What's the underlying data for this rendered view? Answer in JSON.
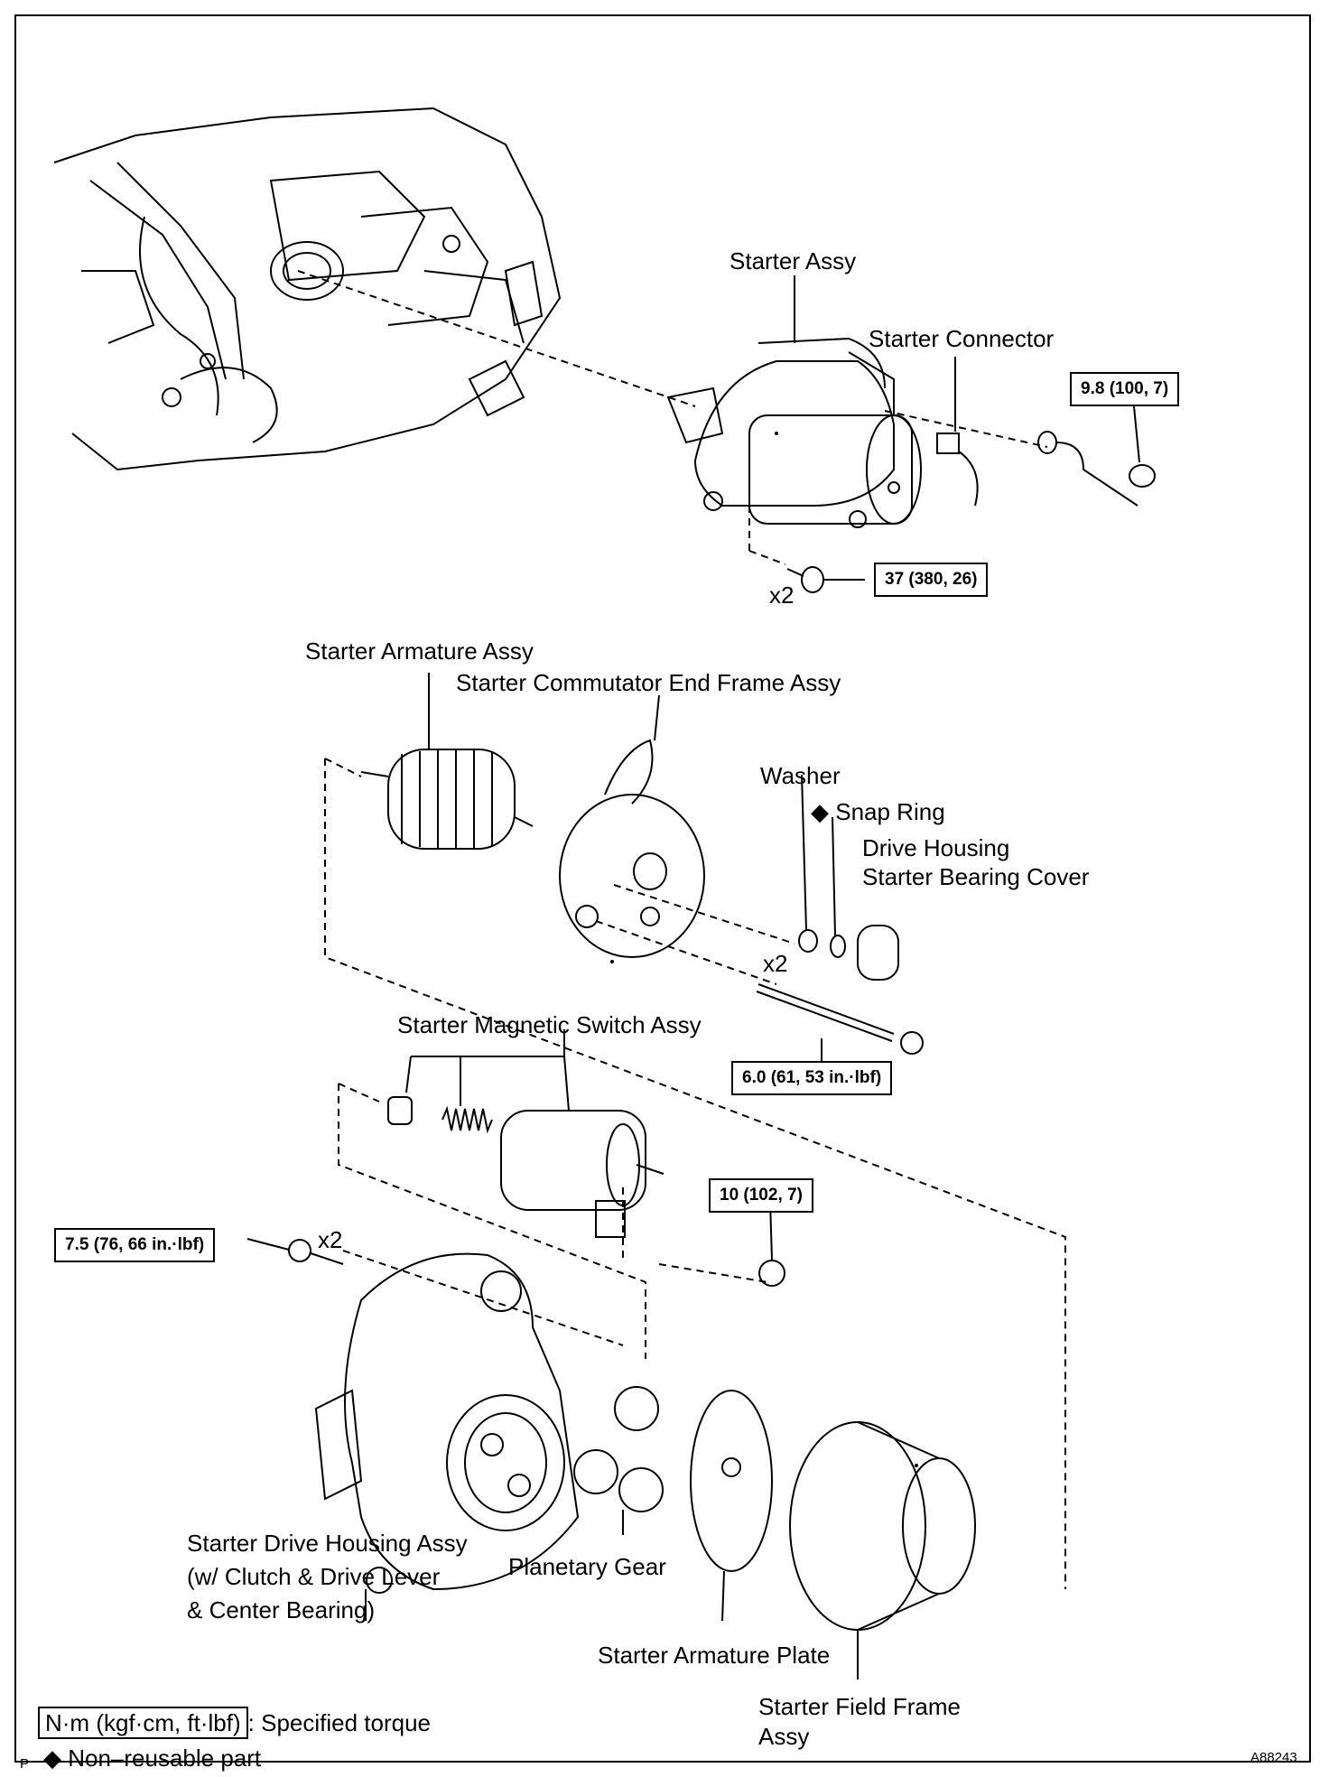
{
  "parts": {
    "starter_assy": "Starter Assy",
    "starter_connector": "Starter Connector",
    "starter_armature_assy": "Starter Armature Assy",
    "commutator_end_frame": "Starter Commutator End Frame Assy",
    "washer": "Washer",
    "snap_ring": "Snap Ring",
    "drive_housing_cover_l1": "Drive Housing",
    "drive_housing_cover_l2": "Starter Bearing Cover",
    "magnetic_switch": "Starter Magnetic Switch Assy",
    "drive_housing_assy_l1": "Starter Drive Housing Assy",
    "drive_housing_assy_l2": "(w/ Clutch & Drive Lever",
    "drive_housing_assy_l3": "& Center Bearing)",
    "planetary_gear": "Planetary Gear",
    "armature_plate": "Starter Armature Plate",
    "field_frame_l1": "Starter Field Frame",
    "field_frame_l2": "Assy"
  },
  "torques": {
    "t1": "9.8 (100, 7)",
    "t2": "37 (380, 26)",
    "t3": "6.0 (61, 53 in.·lbf)",
    "t4": "10 (102, 7)",
    "t5": "7.5 (76, 66 in.·lbf)"
  },
  "quantities": {
    "q1": "x2",
    "q2": "x2",
    "q3": "x2"
  },
  "legend": {
    "torque_unit": "N·m (kgf·cm, ft·lbf)",
    "torque_text": ": Specified torque",
    "nonreusable_symbol": "◆",
    "nonreusable_text": "Non–reusable part"
  },
  "corner": {
    "left": "P",
    "right": "A88243"
  },
  "icons": {
    "nonreusable": "diamond-icon"
  }
}
